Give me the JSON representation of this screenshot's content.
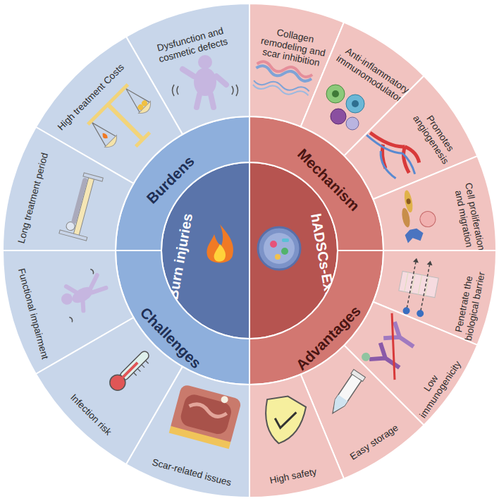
{
  "diagram": {
    "nodes": [
      {
        "text": [
          "Burn injuries"
        ]
      },
      {
        "text": [
          "hADSCs-Exo"
        ]
      },
      {
        "text": [
          "Burdens"
        ]
      },
      {
        "text": [
          "Challenges"
        ]
      },
      {
        "text": [
          "Mechanism"
        ]
      },
      {
        "text": [
          "Advantages"
        ]
      },
      {
        "text": [
          "Dysfunction and cosmetic defects"
        ]
      },
      {
        "text": [
          "High treatment Costs"
        ]
      },
      {
        "text": [
          "Long treatment period"
        ]
      },
      {
        "text": [
          "Functional impairment"
        ]
      },
      {
        "text": [
          "Infection risk"
        ]
      },
      {
        "text": [
          "Scar-related issues"
        ]
      },
      {
        "text": [
          "Collagen remodeling and scar inhibition"
        ]
      },
      {
        "text": [
          "Anti-inflammatory immunomodulatory"
        ]
      },
      {
        "text": [
          "Promotes angiogenesis"
        ]
      },
      {
        "text": [
          "Cell proliferation and migration"
        ]
      },
      {
        "text": [
          "Penetrate the biological barrier"
        ]
      },
      {
        "text": [
          "Low immunogenicity"
        ]
      },
      {
        "text": [
          "Easy storage"
        ]
      },
      {
        "text": [
          "High safety"
        ]
      }
    ]
  }
}
